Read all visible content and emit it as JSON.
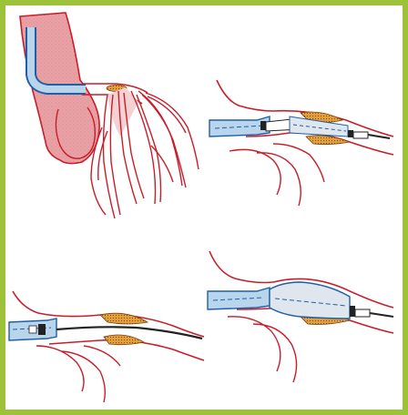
{
  "figure": {
    "panels": [
      {
        "id": "heart-coronary-overview"
      },
      {
        "id": "balloon-catheter-advanced"
      },
      {
        "id": "guidewire-across-stenosis"
      },
      {
        "id": "balloon-inflated"
      }
    ]
  },
  "colors": {
    "frame": "#9cc23a",
    "background": "#ffffff",
    "artery_outline": "#c81e2a",
    "heart_fill": "#e9a2a6",
    "heart_shadow": "#f4d2d4",
    "catheter_fill": "#b9d5ec",
    "catheter_outline": "#1f5fa8",
    "balloon_fill": "#dfe6ee",
    "plaque_fill": "#e2a13a",
    "plaque_outline": "#7a3d10",
    "wire": "#222222"
  }
}
